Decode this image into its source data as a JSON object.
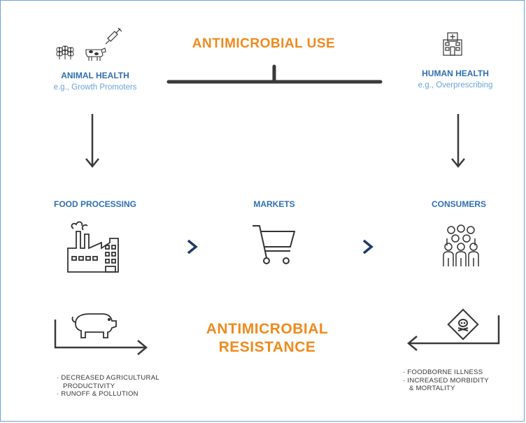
{
  "top_title": "ANTIMICROBIAL USE",
  "animal_health": {
    "title": "ANIMAL HEALTH",
    "subtitle": "e.g., Growth Promoters"
  },
  "human_health": {
    "title": "HUMAN HEALTH",
    "subtitle": "e.g., Overprescribing"
  },
  "stages": {
    "food_processing": "FOOD PROCESSING",
    "markets": "MARKETS",
    "consumers": "CONSUMERS"
  },
  "resistance_title": {
    "line1": "ANTIMICROBIAL",
    "line2": "RESISTANCE"
  },
  "left_bullets": [
    "· DECREASED AGRICULTURAL",
    "PRODUCTIVITY",
    "· RUNOFF & POLLUTION"
  ],
  "right_bullets": [
    "· FOODBORNE ILLNESS",
    "· INCREASED MORBIDITY",
    "& MORTALITY"
  ],
  "colors": {
    "accent_orange": "#ef8a1d",
    "heading_blue": "#2f6fb3",
    "subtitle_blue": "#6aa2d9",
    "arrow_gray": "#3a3a3a",
    "chevron_navy": "#1f3b63"
  },
  "icons": [
    "wheat-icon",
    "syringe-icon",
    "cow-icon",
    "hospital-icon",
    "factory-icon",
    "shopping-cart-icon",
    "people-group-icon",
    "pig-icon",
    "hazard-skull-icon"
  ]
}
